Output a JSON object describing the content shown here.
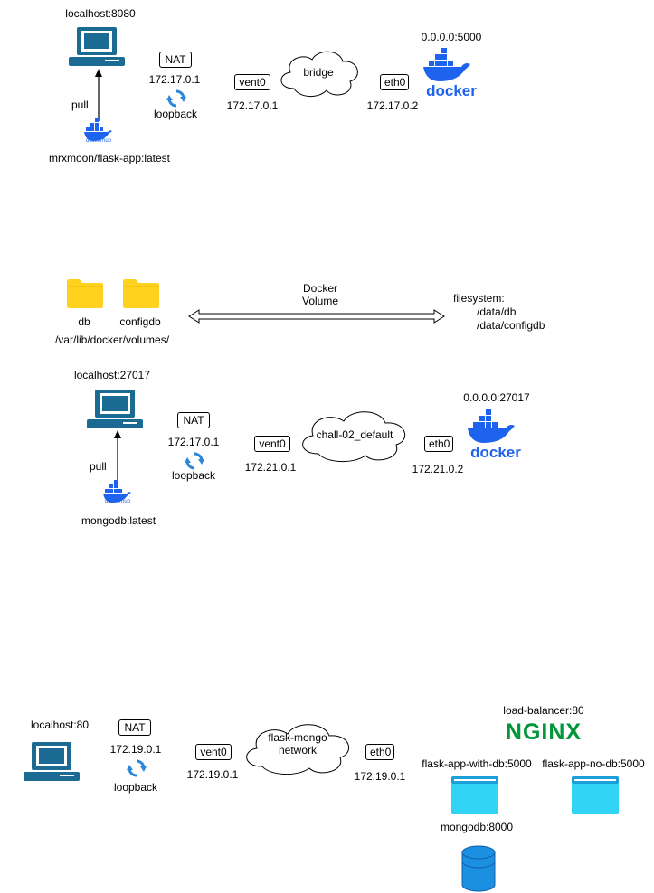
{
  "section1": {
    "host_label": "localhost:8080",
    "nat_label": "NAT",
    "nat_ip": "172.17.0.1",
    "loopback_label": "loopback",
    "pull_label": "pull",
    "hub_label": "dockerhub",
    "image_label": "mrxmoon/flask-app:latest",
    "vent_label": "vent0",
    "vent_ip": "172.17.0.1",
    "cloud_label": "bridge",
    "eth_label": "eth0",
    "eth_ip": "172.17.0.2",
    "container_addr": "0.0.0.0:5000",
    "docker_word": "docker"
  },
  "volumes": {
    "folder1_label": "db",
    "folder2_label": "configdb",
    "path_label": "/var/lib/docker/volumes/",
    "arrow_label_line1": "Docker",
    "arrow_label_line2": "Volume",
    "fs_title": "filesystem:",
    "fs_path1": "/data/db",
    "fs_path2": "/data/configdb"
  },
  "section2": {
    "host_label": "localhost:27017",
    "nat_label": "NAT",
    "nat_ip": "172.17.0.1",
    "loopback_label": "loopback",
    "pull_label": "pull",
    "hub_label": "dockerhub",
    "image_label": "mongodb:latest",
    "vent_label": "vent0",
    "vent_ip": "172.21.0.1",
    "cloud_label": "chall-02_default",
    "eth_label": "eth0",
    "eth_ip": "172.21.0.2",
    "container_addr": "0.0.0.0:27017",
    "docker_word": "docker"
  },
  "section3": {
    "host_label": "localhost:80",
    "nat_label": "NAT",
    "nat_ip": "172.19.0.1",
    "loopback_label": "loopback",
    "vent_label": "vent0",
    "vent_ip": "172.19.0.1",
    "cloud_line1": "flask-mongo",
    "cloud_line2": "network",
    "eth_label": "eth0",
    "eth_ip": "172.19.0.1",
    "lb_label": "load-balancer:80",
    "nginx_word": "NGINX",
    "app1_label": "flask-app-with-db:5000",
    "app2_label": "flask-app-no-db:5000",
    "db_label": "mongodb:8000"
  },
  "colors": {
    "computer": "#1a6a93",
    "docker_blue": "#1d63ed",
    "folder": "#ffd21f",
    "nginx_green": "#009639",
    "app_window": "#32d4f5",
    "db_blue": "#1b8fe0"
  }
}
